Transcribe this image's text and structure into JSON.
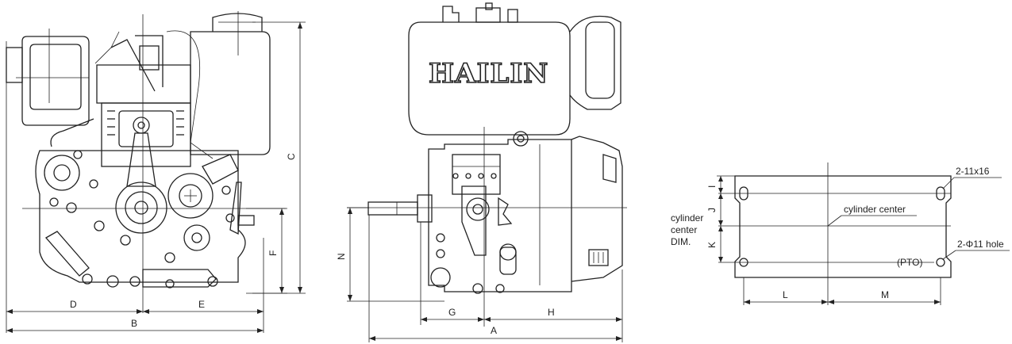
{
  "brand": "HAILIN",
  "dimension_labels": {
    "A": "A",
    "B": "B",
    "C": "C",
    "D": "D",
    "E": "E",
    "F": "F",
    "G": "G",
    "H": "H",
    "I": "I",
    "J": "J",
    "K": "K",
    "L": "L",
    "M": "M",
    "N": "N"
  },
  "callouts": {
    "slot_spec": "2-11x16",
    "cylinder_center": "cylinder center",
    "cylinder_center_dim_line1": "cylinder",
    "cylinder_center_dim_line2": "center",
    "cylinder_center_dim_line3": "DIM.",
    "hole_spec": "2-Φ11 hole",
    "pto": "(PTO)"
  }
}
